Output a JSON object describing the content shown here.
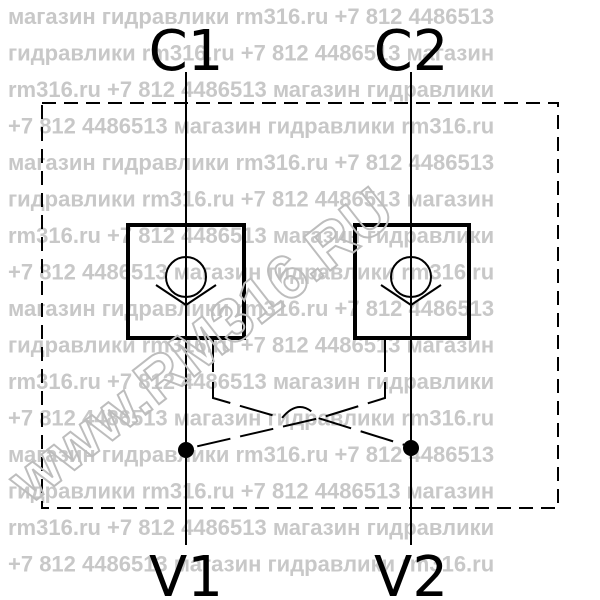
{
  "ports": {
    "c1": "C1",
    "c2": "C2",
    "v1": "V1",
    "v2": "V2"
  },
  "watermark": {
    "lines": [
      "магазин гидравлики rm316.ru +7 812 4486513",
      "гидравлики rm316.ru +7 812 4486513 магазин",
      "rm316.ru +7 812 4486513 магазин гидравлики",
      "+7 812 4486513 магазин гидравлики rm316.ru",
      "магазин гидравлики rm316.ru +7 812 4486513",
      "гидравлики rm316.ru +7 812 4486513 магазин",
      "rm316.ru +7 812 4486513 магазин гидравлики",
      "+7 812 4486513 магазин гидравлики rm316.ru",
      "магазин гидравлики rm316.ru +7 812 4486513",
      "гидравлики rm316.ru +7 812 4486513 магазин",
      "rm316.ru +7 812 4486513 магазин гидравлики",
      "+7 812 4486513 магазин гидравлики rm316.ru",
      "магазин гидравлики rm316.ru +7 812 4486513",
      "гидравлики rm316.ru +7 812 4486513 магазин",
      "rm316.ru +7 812 4486513 магазин гидравлики",
      "+7 812 4486513 магазин гидравлики rm316.ru"
    ],
    "diagonal": "www.RM316.RU"
  },
  "colors": {
    "line": "#000000",
    "watermark": "#c8c8c8"
  }
}
